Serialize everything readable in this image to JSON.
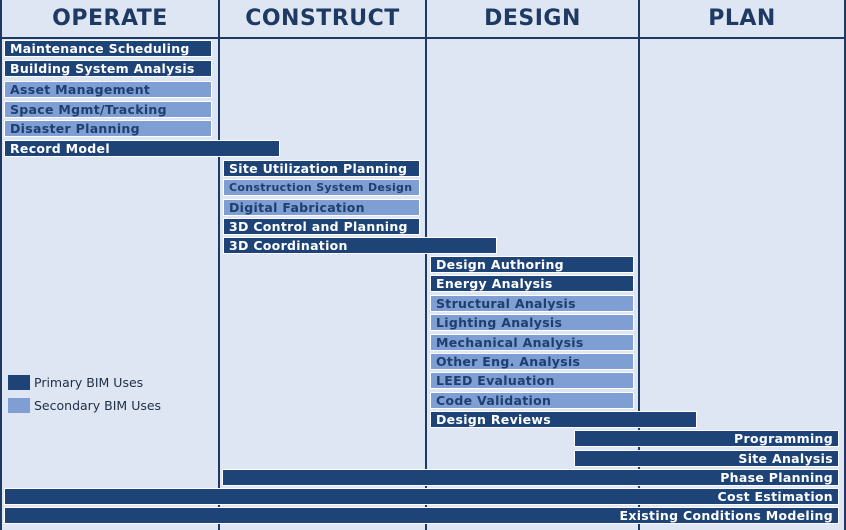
{
  "phases": [
    "OPERATE",
    "CONSTRUCT",
    "DESIGN",
    "PLAN"
  ],
  "legend": {
    "primary": "Primary BIM Uses",
    "secondary": "Secondary BIM Uses"
  },
  "bim_uses": [
    {
      "label": "Maintenance Scheduling",
      "type": "primary"
    },
    {
      "label": "Building System Analysis",
      "type": "primary"
    },
    {
      "label": "Asset Management",
      "type": "secondary"
    },
    {
      "label": "Space Mgmt/Tracking",
      "type": "secondary"
    },
    {
      "label": "Disaster Planning",
      "type": "secondary"
    },
    {
      "label": "Record Model",
      "type": "primary"
    },
    {
      "label": "Site Utilization Planning",
      "type": "primary"
    },
    {
      "label": "Construction System Design",
      "type": "secondary"
    },
    {
      "label": "Digital Fabrication",
      "type": "secondary"
    },
    {
      "label": "3D Control and Planning",
      "type": "primary"
    },
    {
      "label": "3D Coordination",
      "type": "primary"
    },
    {
      "label": "Design Authoring",
      "type": "primary"
    },
    {
      "label": "Energy Analysis",
      "type": "primary"
    },
    {
      "label": "Structural Analysis",
      "type": "secondary"
    },
    {
      "label": "Lighting Analysis",
      "type": "secondary"
    },
    {
      "label": "Mechanical Analysis",
      "type": "secondary"
    },
    {
      "label": "Other Eng. Analysis",
      "type": "secondary"
    },
    {
      "label": "LEED Evaluation",
      "type": "secondary"
    },
    {
      "label": "Code Validation",
      "type": "secondary"
    },
    {
      "label": "Design Reviews",
      "type": "primary"
    },
    {
      "label": "Programming",
      "type": "primary"
    },
    {
      "label": "Site Analysis",
      "type": "primary"
    },
    {
      "label": "Phase Planning",
      "type": "primary"
    },
    {
      "label": "Cost Estimation",
      "type": "primary"
    },
    {
      "label": "Existing Conditions Modeling",
      "type": "primary"
    }
  ]
}
